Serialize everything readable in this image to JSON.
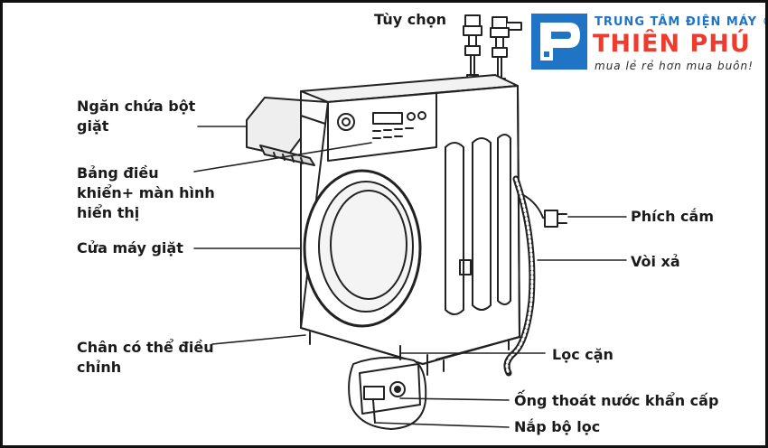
{
  "labels": {
    "tuy_chon": "Tùy chọn",
    "ngan_chua": [
      "Ngăn chứa bột",
      "giặt"
    ],
    "bang_dieu_khien": [
      "Bảng điều",
      "khiển+ màn hình",
      "hiển thị"
    ],
    "cua_may": "Cửa máy giặt",
    "chan": [
      "Chân có thể điều",
      "chỉnh"
    ],
    "phich_cam": "Phích cắm",
    "voi_xa": "Vòi xả",
    "loc_can": "Lọc cặn",
    "ong_thoat": "Ống thoát nước khẩn cấp",
    "nap_bo_loc": "Nắp bộ lọc"
  },
  "logo": {
    "top_text": "TRUNG TÂM ĐIỆN MÁY ®",
    "name": "THIÊN PHÚ",
    "slogan": "mua lẻ rẻ hơn mua buôn!",
    "primary_color": "#1f74c6",
    "accent_color": "#f03a2e"
  }
}
